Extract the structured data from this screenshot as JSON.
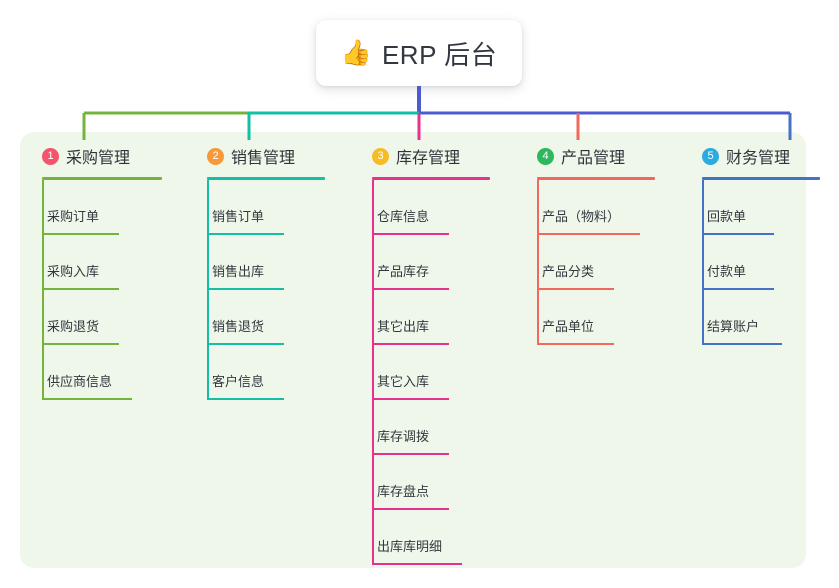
{
  "title": {
    "emoji": "👍",
    "emoji_name": "thumbs-up-icon",
    "text": "ERP 后台"
  },
  "colors": {
    "panel_bg": "#eef7ea",
    "card_bg": "#ffffff",
    "text": "#33383f",
    "trunk_blue": "#4e5bd0",
    "branch_green": "#74b43c",
    "branch_teal": "#14bfa5",
    "branch_pink": "#e8318f",
    "branch_red": "#f4675c",
    "branch_blue": "#4472c4"
  },
  "columns": [
    {
      "index": "1",
      "title": "采购管理",
      "badge_color": "#f4556a",
      "line_color": "#74b43c",
      "rule_width": 120,
      "items": [
        {
          "label": "采购订单",
          "rule_width": 77
        },
        {
          "label": "采购入库",
          "rule_width": 77
        },
        {
          "label": "采购退货",
          "rule_width": 77
        },
        {
          "label": "供应商信息",
          "rule_width": 90
        }
      ]
    },
    {
      "index": "2",
      "title": "销售管理",
      "badge_color": "#f59a3c",
      "line_color": "#14bfa5",
      "rule_width": 118,
      "items": [
        {
          "label": "销售订单",
          "rule_width": 77
        },
        {
          "label": "销售出库",
          "rule_width": 77
        },
        {
          "label": "销售退货",
          "rule_width": 77
        },
        {
          "label": "客户信息",
          "rule_width": 77
        }
      ]
    },
    {
      "index": "3",
      "title": "库存管理",
      "badge_color": "#f5bc25",
      "line_color": "#e8318f",
      "rule_width": 118,
      "items": [
        {
          "label": "仓库信息",
          "rule_width": 77
        },
        {
          "label": "产品库存",
          "rule_width": 77
        },
        {
          "label": "其它出库",
          "rule_width": 77
        },
        {
          "label": "其它入库",
          "rule_width": 77
        },
        {
          "label": "库存调拨",
          "rule_width": 77
        },
        {
          "label": "库存盘点",
          "rule_width": 77
        },
        {
          "label": "出库库明细",
          "rule_width": 90
        }
      ]
    },
    {
      "index": "4",
      "title": "产品管理",
      "badge_color": "#2eb85c",
      "line_color": "#f4675c",
      "rule_width": 118,
      "items": [
        {
          "label": "产品（物料）",
          "rule_width": 103
        },
        {
          "label": "产品分类",
          "rule_width": 77
        },
        {
          "label": "产品单位",
          "rule_width": 77
        }
      ]
    },
    {
      "index": "5",
      "title": "财务管理",
      "badge_color": "#2aabe2",
      "line_color": "#4472c4",
      "rule_width": 118,
      "items": [
        {
          "label": "回款单",
          "rule_width": 72
        },
        {
          "label": "付款单",
          "rule_width": 72
        },
        {
          "label": "结算账户",
          "rule_width": 80
        }
      ]
    }
  ]
}
